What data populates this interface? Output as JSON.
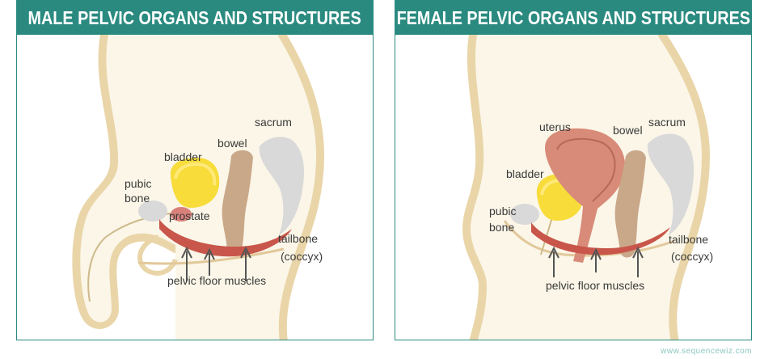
{
  "male": {
    "title": "MALE PELVIC ORGANS AND STRUCTURES",
    "labels": {
      "sacrum": "sacrum",
      "bowel": "bowel",
      "bladder": "bladder",
      "pubic": "pubic",
      "bone": "bone",
      "prostate": "prostate",
      "tailbone": "tailbone",
      "coccyx": "(coccyx)",
      "muscles": "pelvic floor muscles"
    }
  },
  "female": {
    "title": "FEMALE PELVIC ORGANS AND STRUCTURES",
    "labels": {
      "uterus": "uterus",
      "bowel": "bowel",
      "sacrum": "sacrum",
      "bladder": "bladder",
      "pubic": "pubic",
      "bone": "bone",
      "tailbone": "tailbone",
      "coccyx": "(coccyx)",
      "muscles": "pelvic floor muscles"
    }
  },
  "watermark": "www.sequencewiz.com",
  "colors": {
    "header": "#2a8a80",
    "body_fill": "#fbf6e8",
    "body_outline": "#e9d5a8",
    "bladder": "#f7dc3a",
    "bone": "#d9d9d9",
    "bowel": "#c9a88a",
    "muscle": "#c8564a",
    "uterus": "#d88b78",
    "prostate": "#d9807a"
  }
}
